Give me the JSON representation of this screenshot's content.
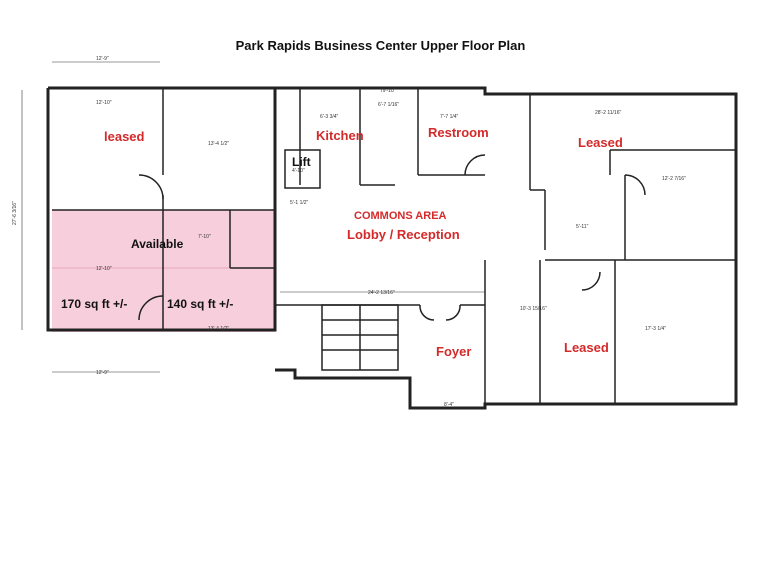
{
  "title": "Park Rapids Business Center Upper Floor Plan",
  "rooms": {
    "leased_left": "leased",
    "kitchen": "Kitchen",
    "restroom": "Restroom",
    "leased_right_top": "Leased",
    "lift": "Lift",
    "commons": "COMMONS AREA",
    "lobby": "Lobby / Reception",
    "available": "Available",
    "sqft_170": "170 sq ft +/-",
    "sqft_140": "140 sq ft +/-",
    "foyer": "Foyer",
    "leased_right_bottom": "Leased"
  },
  "dimensions": {
    "top_12_9": "12'-9\"",
    "bottom_12_9": "12'-9\"",
    "left_27": "27'-6 3/16\"",
    "d_12_10_top": "12'-10\"",
    "d_12_10_mid": "12'-10\"",
    "d_13_4": "13'-4 1/2\"",
    "d_13_4_b": "13'-4 1/2\"",
    "d_79": "79'-10\"",
    "d_6_3": "6'-3 3/4\"",
    "d_6_7": "6'-7 1/16\"",
    "d_7_7": "7'-7 1/4\"",
    "d_28_2": "28'-2 11/16\"",
    "d_12_2": "12'-2 7/16\"",
    "d_5_1": "5'-1 1/2\"",
    "d_4_10": "4'-10\"",
    "d_7_10": "7'-10\"",
    "d_24_2": "24'-2 13/16\"",
    "d_10_3": "10'-3 15/16\"",
    "d_17_3": "17'-3 1/4\"",
    "d_5_11": "5'-11\"",
    "d_8_4": "8'-4\""
  },
  "colors": {
    "available_fill": "#f4c6d6",
    "red_label": "#d42a2a",
    "wall": "#222222"
  }
}
